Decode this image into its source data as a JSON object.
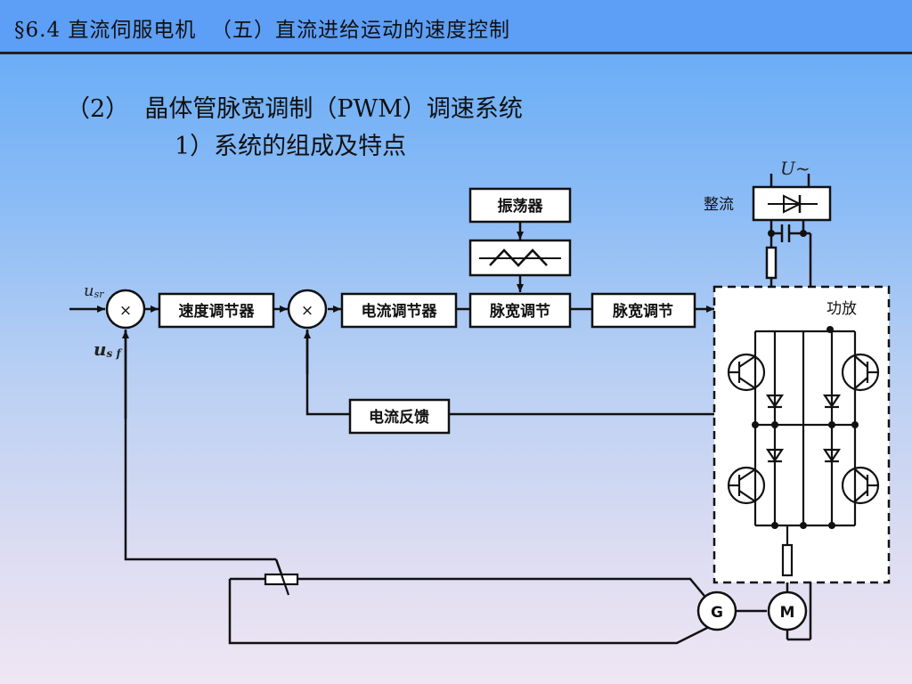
{
  "header": {
    "title": "§6.4 直流伺服电机  （五）直流进给运动的速度控制"
  },
  "headings": {
    "section": "（2）  晶体管脉宽调制（PWM）调速系统",
    "subsection": "1）系统的组成及特点"
  },
  "diagram": {
    "input_signal": "u",
    "input_signal_sub": "sr",
    "feedback_signal": "u",
    "feedback_signal_sub": "s f",
    "summing_symbol": "×",
    "blocks": {
      "speed_regulator": "速度调节器",
      "current_regulator": "电流调节器",
      "pwm_regulator_1": "脉宽调节",
      "pwm_regulator_2": "脉宽调节",
      "oscillator": "振荡器",
      "current_feedback": "电流反馈"
    },
    "rectifier_label": "整流",
    "ac_source": "U~",
    "power_amp_label": "功放",
    "generator": "G",
    "motor": "M"
  }
}
